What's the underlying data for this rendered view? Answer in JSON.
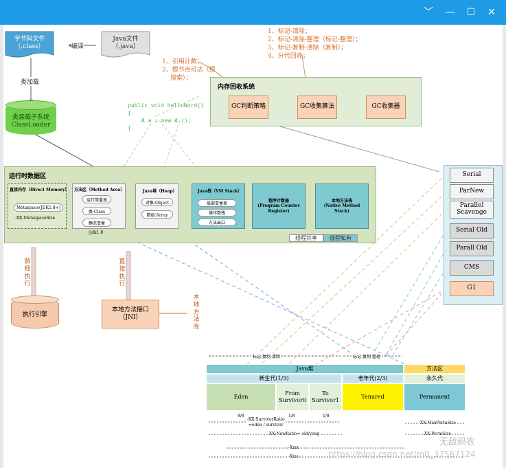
{
  "window": {
    "minimize": "﹀",
    "restore": "—",
    "maximize": "☐",
    "close": "✕"
  },
  "top": {
    "bytecode": "字节码文件\n（.class）",
    "javafile": "Java文件\n（.java）",
    "compile": "编译",
    "classload": "类加载",
    "loader": "类装载子系统\nClassLoader"
  },
  "notes": {
    "gc_algos": [
      "1、标记-清除；",
      "2、标记-清除-整理（标记-整理）；",
      "3、标记-复制-清除（复制）；",
      "4、分代回收；"
    ],
    "gc_judge": [
      "1、引用计数；",
      "2、根节点可达（根",
      "搜索）；"
    ]
  },
  "code": {
    "line1": "public void helloWord()",
    "line2": "{",
    "line3": "A a = new A ();",
    "line4": "}"
  },
  "gc_system": {
    "title": "内存回收系统",
    "judge": "GC判断策略",
    "algo": "GC收集算法",
    "collector": "GC收集器"
  },
  "runtime": {
    "title": "运行时数据区",
    "direct": {
      "title": "直接内存（Direct Memory）",
      "meta": "Metaspace(JDK1.8+)",
      "size": "-XX:MetaspaceSize"
    },
    "method": {
      "title": "方法区（Method Area）",
      "items": [
        "运行常量池",
        "类:Class",
        "静态变量"
      ],
      "jdk": "(jdk1.8"
    },
    "heap": {
      "title": "Java堆（Heap）",
      "items": [
        "对象:Object",
        "数组:Array"
      ]
    },
    "stack": {
      "title": "Java栈（VM Stack）",
      "items": [
        "局部变量表",
        "操作数栈",
        "方法出口"
      ]
    },
    "pc": "程序计数器\n(Program Counter\nRegister)",
    "native": "本地方法栈\n(Native Method\nStack)",
    "legend_shared": "线程共享",
    "legend_private": "线程私有"
  },
  "bottom": {
    "interp": "解释执行",
    "direct_exec": "直接执行",
    "engine": "执行引擎",
    "jni": "本地方法接口\n（JNI）",
    "native_lib": "本地方法库"
  },
  "collectors": [
    "Serial",
    "ParNew",
    "Parallel\nScavenge",
    "Serial Old",
    "Parall Old",
    "CMS",
    "G1"
  ],
  "memory": {
    "copy_clear": "标记-复制-清除",
    "copy_arrange": "标记-复制-整理",
    "java_heap": "Java堆",
    "method_area": "方法区",
    "young": "新生代(1/3)",
    "old": "老年代(2/3)",
    "perm": "永久代",
    "eden": "Eden",
    "from": "From\nSurvivor0",
    "to": "To\nSurvivor1",
    "tenured": "Tenured",
    "permanent": "Permanent",
    "r1": "8/8",
    "r2": "1/8",
    "r3": "1/8",
    "survivor_ratio": "-XX:SurvivorRatio\n=eden / survivor",
    "new_ratio": "-XX:NewRatio= old/yong",
    "max_perm": "-XX:MaxPermSize",
    "perm_size": "-XX:PermSize",
    "xmx": "-Xmx",
    "xms": "-Xms"
  },
  "watermark": "https://blog.csdn.net/m0_37567124",
  "watermark_brand": "无敌码农",
  "colors": {
    "titlebar": "#1e9be6",
    "gc_panel": "#e1edd6",
    "runtime_panel": "#d6e3bf",
    "teal": "#7fc9d1",
    "orange_box": "#f9d2b7",
    "eden": "#c6e0b4",
    "tenured": "#fff200",
    "perm": "#7ec8d6"
  }
}
